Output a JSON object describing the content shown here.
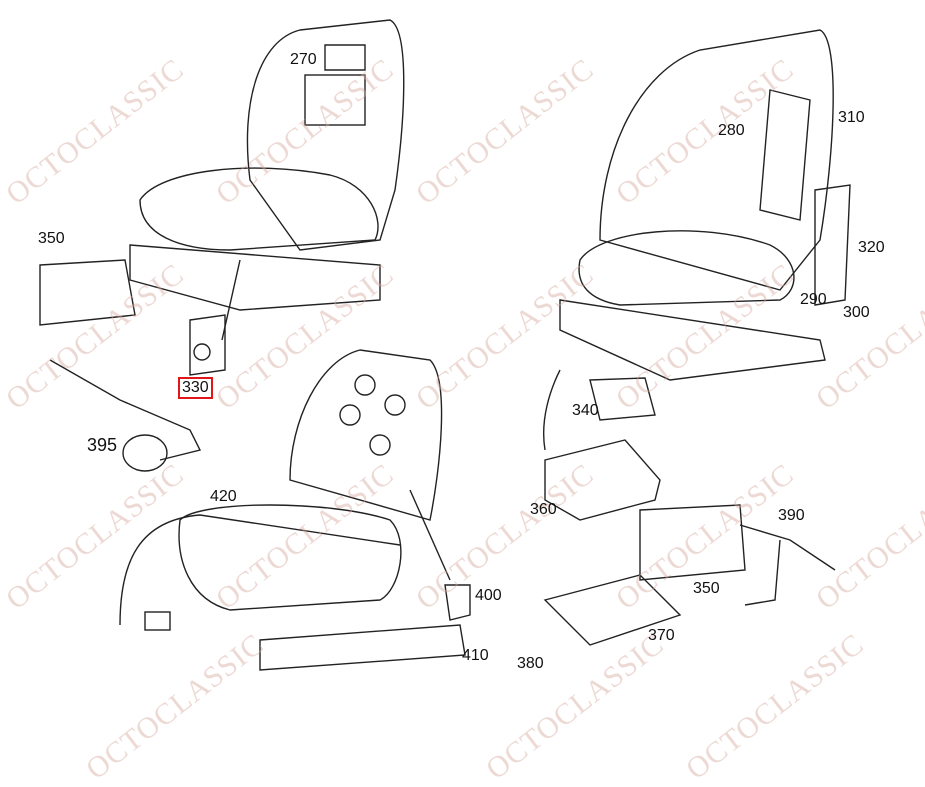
{
  "watermark": "OCTOCLASSIC",
  "highlight_color": "#e0161b",
  "parts": {
    "p270": "270",
    "p280": "280",
    "p310": "310",
    "p320": "320",
    "p290": "290",
    "p300": "300",
    "p350a": "350",
    "p330": "330",
    "p395": "395",
    "p340": "340",
    "p360": "360",
    "p350b": "350",
    "p390": "390",
    "p370": "370",
    "p380": "380",
    "p400": "400",
    "p410": "410",
    "p420": "420"
  }
}
